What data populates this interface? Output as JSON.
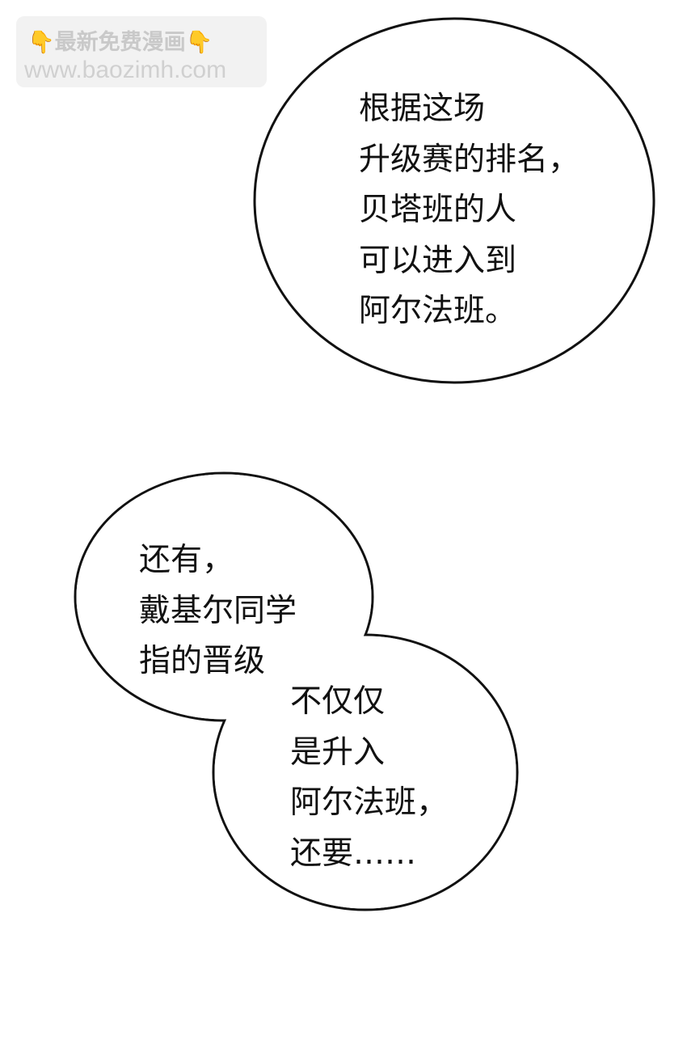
{
  "watermark": {
    "line1": "最新免费漫画",
    "hand_icon": "👇",
    "line2": "www.baozimh.com"
  },
  "bubbles": [
    {
      "lines": [
        "根据这场",
        "升级赛的排名，",
        "贝塔班的人",
        "可以进入到",
        "阿尔法班。"
      ]
    },
    {
      "lines": [
        "还有，",
        "戴基尔同学",
        "指的晋级"
      ]
    },
    {
      "lines": [
        "不仅仅",
        "是升入",
        "阿尔法班，",
        "还要……"
      ]
    }
  ]
}
